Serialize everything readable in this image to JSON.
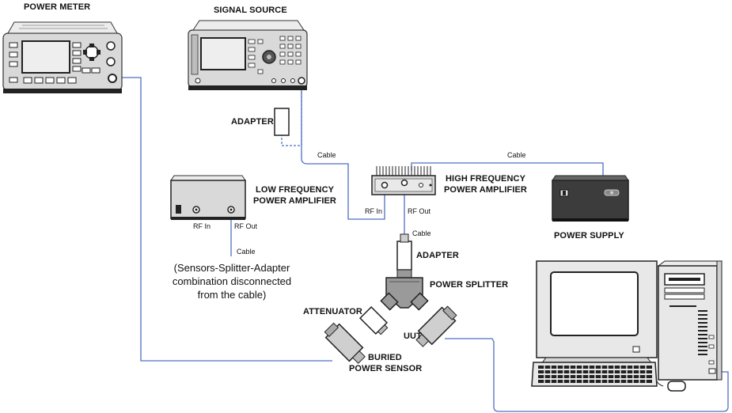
{
  "labels": {
    "power_meter": "POWER METER",
    "signal_source": "SIGNAL SOURCE",
    "adapter_top": "ADAPTER",
    "cable_source": "Cable",
    "cable_supply": "Cable",
    "hf_amp_line1": "HIGH FREQUENCY",
    "hf_amp_line2": "POWER AMPLIFIER",
    "hf_rf_in": "RF In",
    "hf_rf_out": "RF Out",
    "lf_amp_line1": "LOW FREQUENCY",
    "lf_amp_line2": "POWER AMPLIFIER",
    "lf_rf_in": "RF In",
    "lf_rf_out": "RF Out",
    "cable_lf": "Cable",
    "cable_hf": "Cable",
    "power_supply": "POWER SUPPLY",
    "adapter_bottom": "ADAPTER",
    "power_splitter": "POWER SPLITTER",
    "attenuator": "ATTENUATOR",
    "uut": "UUT",
    "buried_line1": "BURIED",
    "buried_line2": "POWER SENSOR",
    "note_line1": "(Sensors-Splitter-Adapter",
    "note_line2": "combination disconnected",
    "note_line3": "from the cable)"
  },
  "colors": {
    "cable": "#4f6fc0",
    "device_body": "#d8d8d8",
    "device_dark": "#333333",
    "screen": "#eeeeee",
    "supply_body": "#3c3c3c"
  }
}
